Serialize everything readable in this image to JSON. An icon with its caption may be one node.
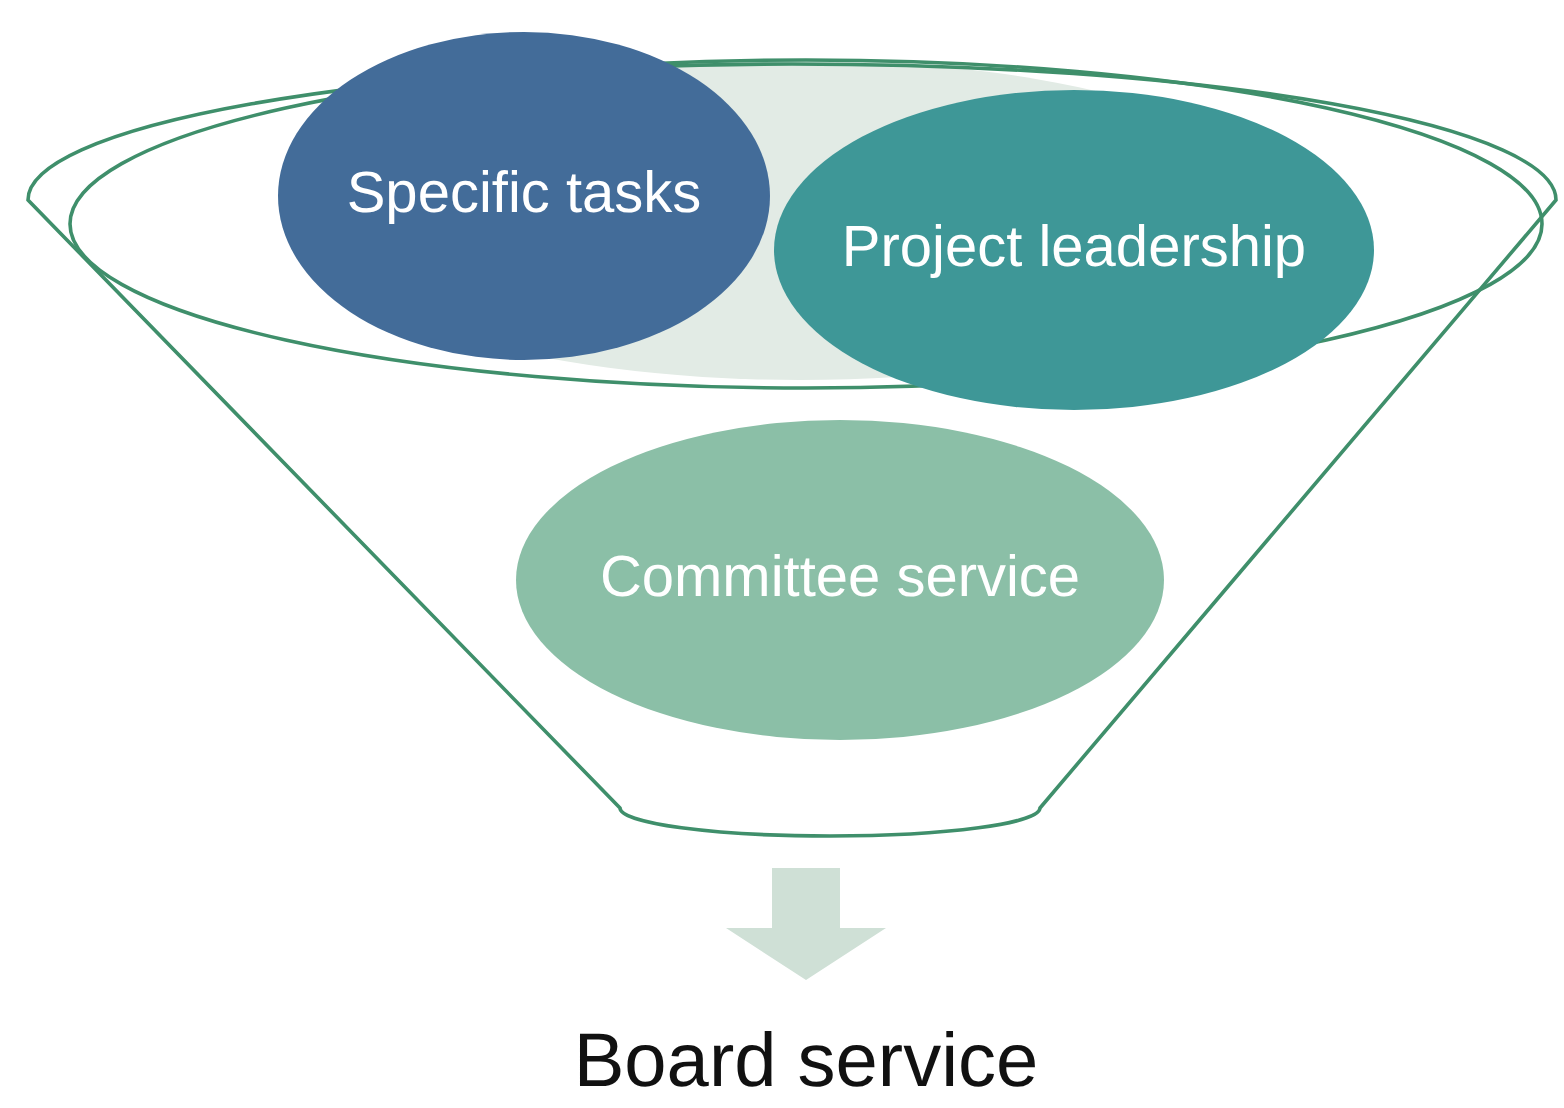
{
  "diagram": {
    "nodes": [
      {
        "text": [],
        "shape": "funnel"
      },
      {
        "text": [
          "Specific tasks"
        ],
        "in": 0
      },
      {
        "text": [
          "Project leadership"
        ],
        "in": 0
      },
      {
        "text": [
          "Committee service"
        ],
        "in": 0
      },
      {
        "text": [
          "Board service"
        ]
      }
    ],
    "edges": [
      {
        "from": 0,
        "to": 4,
        "arrow": "to",
        "style": "thick",
        "color": "#cfe0d6"
      }
    ]
  }
}
